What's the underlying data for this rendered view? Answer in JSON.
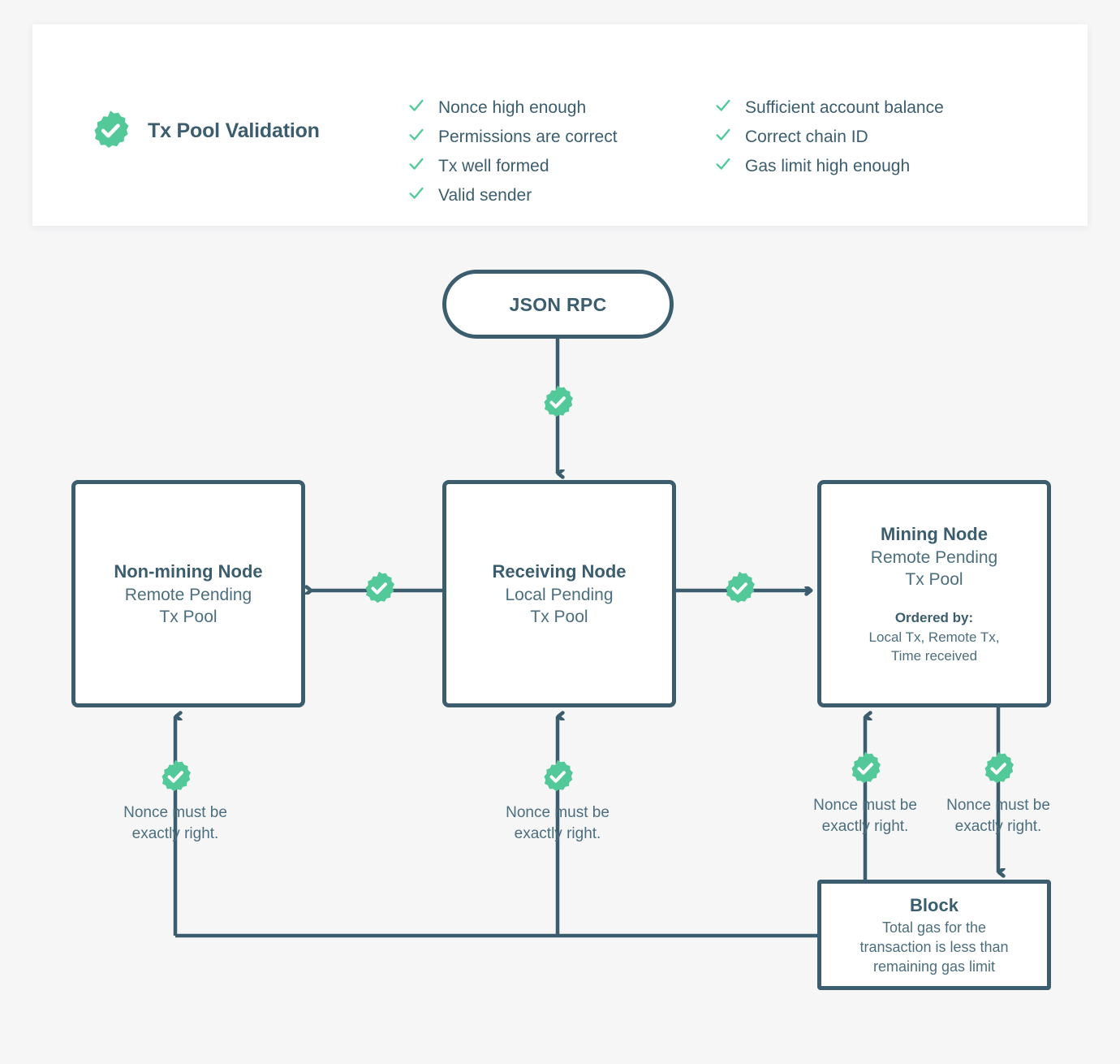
{
  "palette": {
    "page_bg": "#f6f6f7",
    "card_bg": "#ffffff",
    "navy": "#3b5d6e",
    "navy_text": "#4c6e7e",
    "green": "#53c99a"
  },
  "validation_card": {
    "title": "Tx Pool Validation",
    "seal_icon": "check-seal-icon",
    "left_column": [
      "Nonce high enough",
      "Permissions are correct",
      "Tx well formed",
      "Valid sender"
    ],
    "right_column": [
      "Sufficient account balance",
      "Correct chain ID",
      "Gas limit high enough"
    ]
  },
  "flow": {
    "jsonrpc": {
      "title": "JSON RPC"
    },
    "non_mining_node": {
      "title": "Non-mining Node",
      "subtitle": "Remote Pending\nTx Pool"
    },
    "receiving_node": {
      "title": "Receiving Node",
      "subtitle": "Local Pending\nTx Pool"
    },
    "mining_node": {
      "title": "Mining Node",
      "subtitle": "Remote Pending\nTx Pool",
      "ordered_by_label": "Ordered by:",
      "ordered_by_text": "Local Tx, Remote Tx,\nTime received"
    },
    "block": {
      "title": "Block",
      "subtitle": "Total gas for the\ntransaction is less than\nremaining gas limit"
    }
  },
  "nonce_notes": [
    "Nonce must be\nexactly right.",
    "Nonce must be\nexactly right.",
    "Nonce must be\nexactly right.",
    "Nonce must be\nexactly right."
  ]
}
